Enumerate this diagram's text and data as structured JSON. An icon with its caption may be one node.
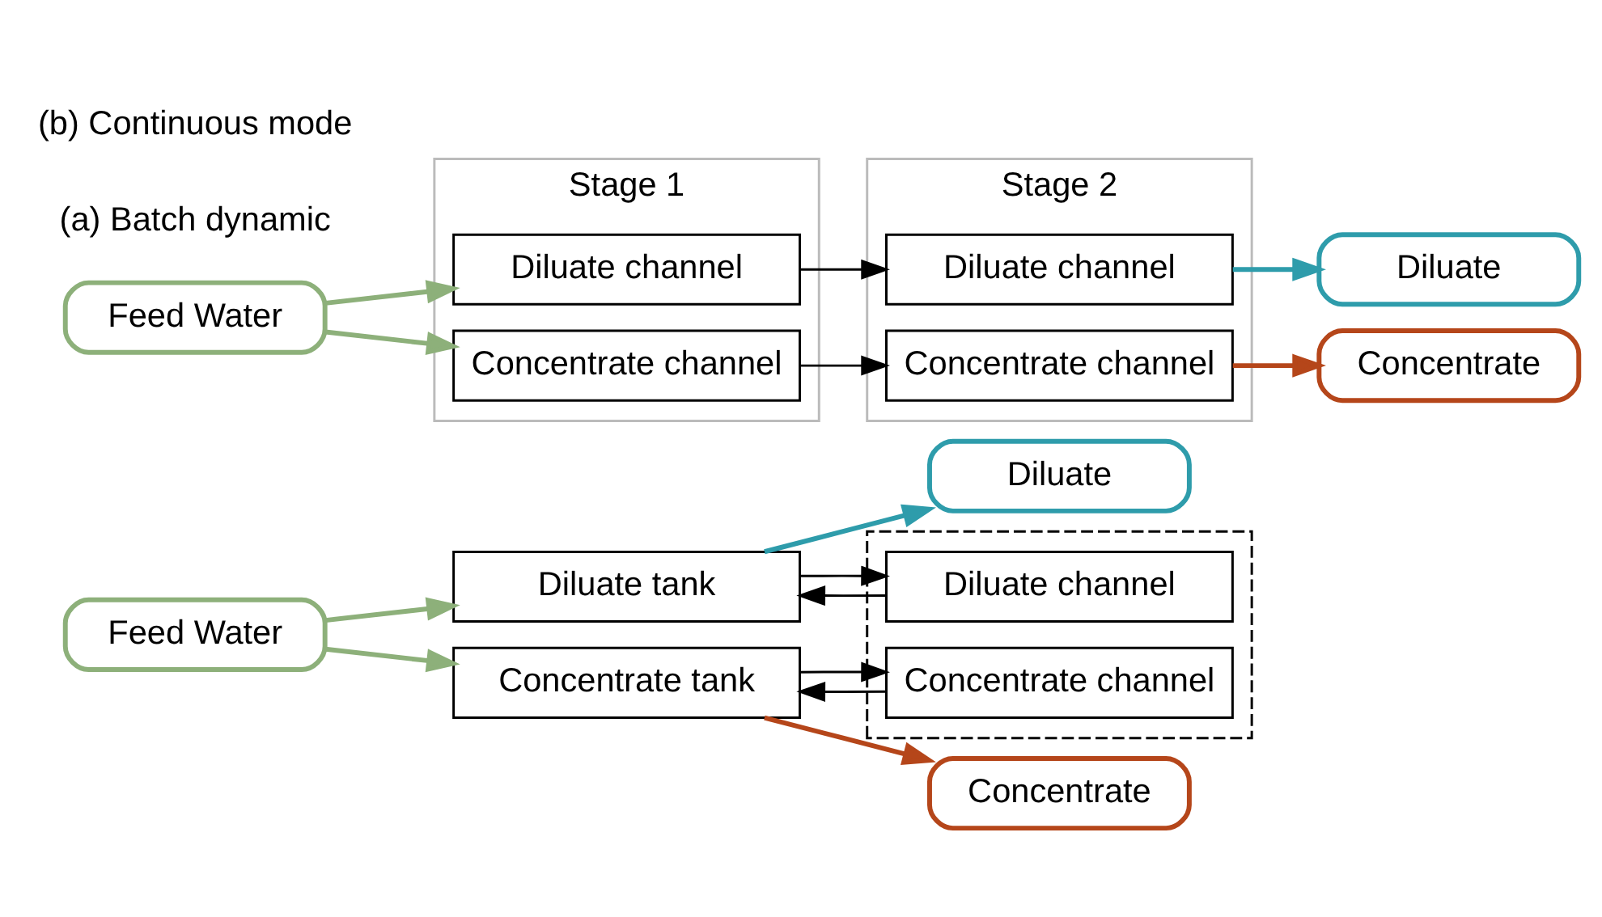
{
  "diagram": {
    "nodes": [
      {
        "text": [
          "Feed Water"
        ]
      },
      {
        "text": [
          "Diluate tank"
        ]
      },
      {
        "text": [
          "Concentrate tank"
        ]
      },
      {
        "text": [],
        "shape": "box"
      },
      {
        "text": [
          "Diluate channel"
        ],
        "in": 3
      },
      {
        "text": [
          "Concentrate channel"
        ],
        "in": 3
      },
      {
        "text": [
          "Diluate"
        ]
      },
      {
        "text": [
          "Concentrate"
        ]
      },
      {
        "text": [
          "Feed Water"
        ]
      },
      {
        "text": [
          "Stage 1"
        ]
      },
      {
        "text": [
          "Diluate channel"
        ],
        "in": 9
      },
      {
        "text": [
          "Concentrate channel"
        ],
        "in": 9
      },
      {
        "text": [
          "Stage 2"
        ]
      },
      {
        "text": [
          "Diluate channel"
        ],
        "in": 12
      },
      {
        "text": [
          "Concentrate channel"
        ],
        "in": 12
      },
      {
        "text": [
          "Diluate"
        ]
      },
      {
        "text": [
          "Concentrate"
        ]
      }
    ],
    "edges": [
      {
        "from": 0,
        "to": 1,
        "arrow": "to",
        "color": "#8db07a"
      },
      {
        "from": 0,
        "to": 2,
        "arrow": "to",
        "color": "#8db07a"
      },
      {
        "from": 1,
        "to": 4,
        "arrow": "to"
      },
      {
        "from": 2,
        "to": 5,
        "arrow": "to"
      },
      {
        "from": 4,
        "to": 1,
        "arrow": "to"
      },
      {
        "from": 5,
        "to": 2,
        "arrow": "to"
      },
      {
        "from": 1,
        "to": 6,
        "arrow": "to",
        "color": "#2e9cab"
      },
      {
        "from": 2,
        "to": 7,
        "arrow": "to",
        "color": "#b5461a"
      },
      {
        "from": 8,
        "to": 10,
        "arrow": "to",
        "color": "#8db07a"
      },
      {
        "from": 8,
        "to": 11,
        "arrow": "to",
        "color": "#8db07a"
      },
      {
        "from": 10,
        "to": 13,
        "arrow": "to"
      },
      {
        "from": 11,
        "to": 14,
        "arrow": "to"
      },
      {
        "from": 13,
        "to": 15,
        "arrow": "to",
        "color": "#2e9cab"
      },
      {
        "from": 14,
        "to": 16,
        "arrow": "to",
        "color": "#b5461a"
      }
    ],
    "labels": [
      "(a) Batch dynamic",
      "(b) Continuous mode"
    ]
  }
}
